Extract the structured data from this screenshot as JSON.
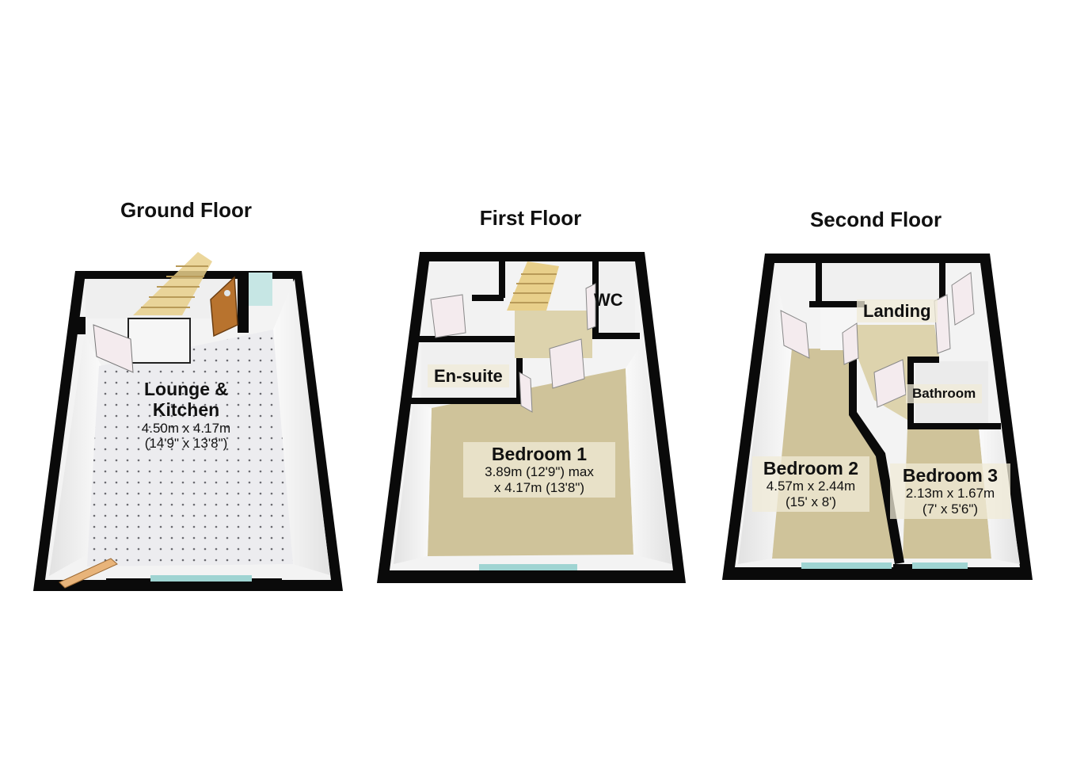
{
  "floors": {
    "ground": {
      "title": "Ground Floor",
      "rooms": {
        "lounge": {
          "name_line1": "Lounge &",
          "name_line2": "Kitchen",
          "dim_metric": "4.50m x 4.17m",
          "dim_imperial": "(14'9\" x 13'8\")"
        }
      }
    },
    "first": {
      "title": "First Floor",
      "rooms": {
        "wc": {
          "name": "WC"
        },
        "ensuite": {
          "name": "En-suite"
        },
        "bedroom1": {
          "name": "Bedroom 1",
          "dim_line1": "3.89m (12'9\") max",
          "dim_line2": "x 4.17m (13'8\")"
        }
      }
    },
    "second": {
      "title": "Second Floor",
      "rooms": {
        "landing": {
          "name": "Landing"
        },
        "bathroom": {
          "name": "Bathroom"
        },
        "bedroom2": {
          "name": "Bedroom 2",
          "dim_metric": "4.57m x 2.44m",
          "dim_imperial": "(15' x 8')"
        },
        "bedroom3": {
          "name": "Bedroom 3",
          "dim_metric": "2.13m x 1.67m",
          "dim_imperial": "(7' x 5'6\")"
        }
      }
    }
  },
  "colors": {
    "wall": "#0a0a0a",
    "tile_floor": "#e9e9ec",
    "carpet": "#cfc39a",
    "wall_face": "#f2f2f2",
    "door": "#f4ebee",
    "stairs": "#e8cf8a",
    "window": "#9fd4d2"
  }
}
